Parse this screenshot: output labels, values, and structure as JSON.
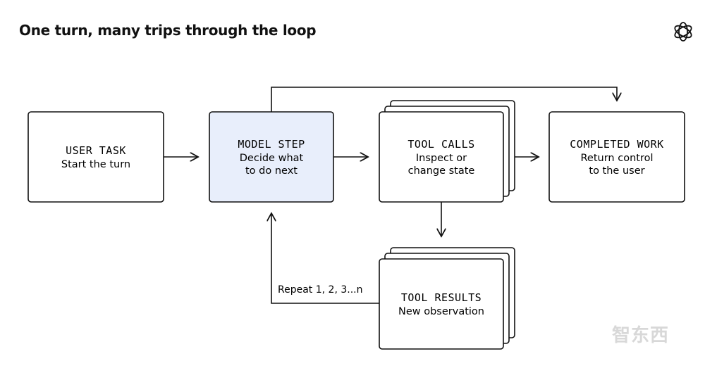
{
  "title": "One turn, many trips through the loop",
  "icon": "openai-logo-icon",
  "nodes": {
    "user_task": {
      "heading": "USER TASK",
      "text": "Start the turn"
    },
    "model_step": {
      "heading": "MODEL STEP",
      "text1": "Decide what",
      "text2": "to do next",
      "fill": "#e8eefb"
    },
    "tool_calls": {
      "heading": "TOOL CALLS",
      "text1": "Inspect or",
      "text2": "change state"
    },
    "completed_work": {
      "heading": "COMPLETED WORK",
      "text1": "Return control",
      "text2": "to the user"
    },
    "tool_results": {
      "heading": "TOOL RESULTS",
      "text": "New observation"
    }
  },
  "edges": {
    "loop_label": "Repeat 1, 2, 3...n"
  },
  "watermark": "智东西",
  "colors": {
    "stroke": "#111111",
    "highlight": "#e8eefb",
    "watermark": "#d2d2d2"
  }
}
